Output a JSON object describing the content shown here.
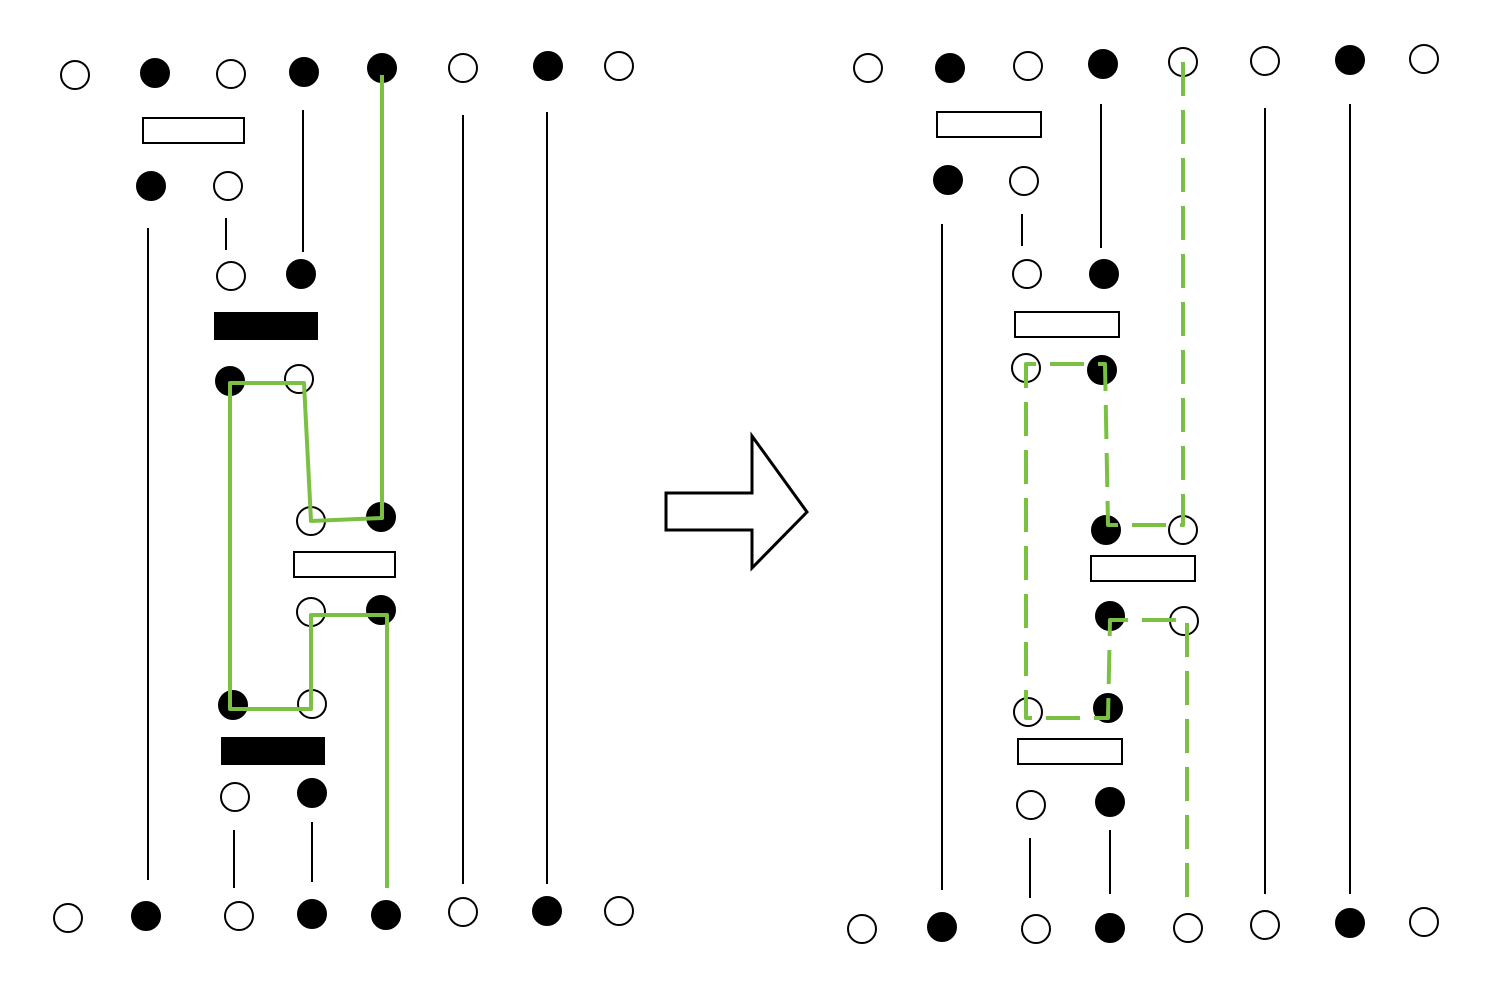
{
  "colors": {
    "ink": "#000000",
    "paper": "#ffffff",
    "path": "#7ac143"
  },
  "diagram": {
    "left_panel": {
      "path_style": "solid",
      "top_row": [
        "open",
        "filled",
        "open",
        "filled",
        "filled",
        "open",
        "filled",
        "open"
      ],
      "bottom_row": [
        "open",
        "filled",
        "open",
        "filled",
        "filled",
        "open",
        "filled",
        "open"
      ],
      "blocks": [
        "open",
        "filled",
        "open",
        "filled"
      ]
    },
    "arrow": {
      "direction": "right"
    },
    "right_panel": {
      "path_style": "dashed",
      "top_row": [
        "open",
        "filled",
        "open",
        "filled",
        "open",
        "open",
        "filled",
        "open"
      ],
      "bottom_row": [
        "open",
        "filled",
        "open",
        "filled",
        "open",
        "open",
        "filled",
        "open"
      ],
      "blocks": [
        "open",
        "open",
        "open",
        "open"
      ]
    }
  }
}
